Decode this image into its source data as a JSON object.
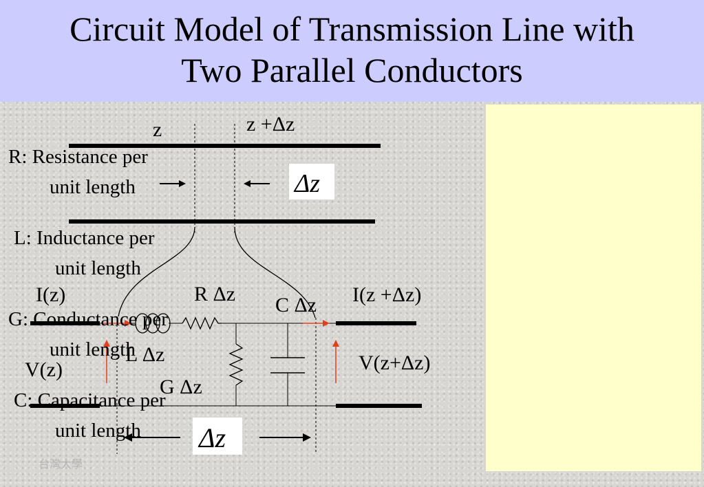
{
  "title": {
    "line1": "Circuit Model of  Transmission Line with",
    "line2": "Two Parallel Conductors"
  },
  "diagram": {
    "z": "z",
    "z_plus_dz": "z +Δz",
    "dz_top": "Δz",
    "dz_bottom": "Δz",
    "I_z": "I(z)",
    "I_z_dz": "I(z +Δz)",
    "V_z": "V(z)",
    "V_z_dz": "V(z+Δz)",
    "R_dz": "R Δz",
    "L_dz": "L Δz",
    "G_dz": "G Δz",
    "C_dz": "C Δz"
  },
  "definitions": [
    {
      "line1": "R: Resistance per",
      "line2": "unit length"
    },
    {
      "line1": "L: Inductance per",
      "line2": "unit length"
    },
    {
      "line1": "G: Conductance per",
      "line2": "unit length"
    },
    {
      "line1": "C: Capacitance per",
      "line2": "unit length"
    }
  ],
  "watermark": "台灣大學",
  "colors": {
    "title_band": "#ccccff",
    "definition_panel": "#ffffcc",
    "current_arrow": "#e0401a"
  }
}
